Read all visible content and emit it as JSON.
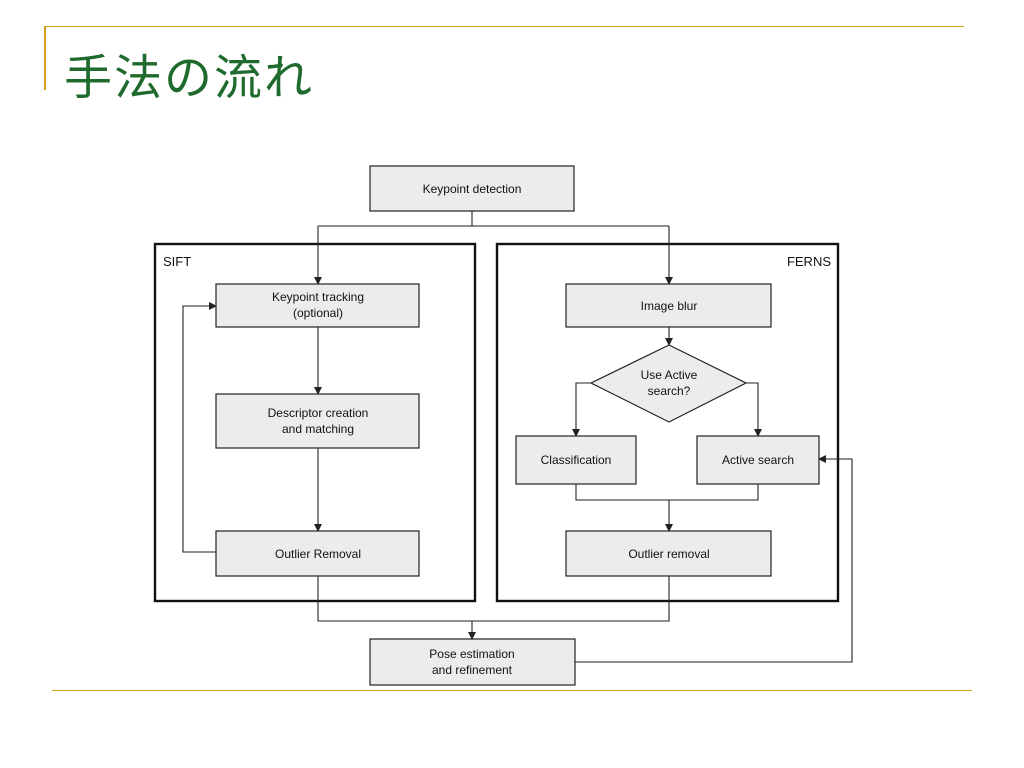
{
  "slide": {
    "title": "手法の流れ"
  },
  "diagram": {
    "groups": {
      "sift": "SIFT",
      "ferns": "FERNS"
    },
    "nodes": {
      "keypoint_detection": [
        "Keypoint detection"
      ],
      "keypoint_tracking": [
        "Keypoint tracking",
        "(optional)"
      ],
      "descriptor_creation": [
        "Descriptor creation",
        "and matching"
      ],
      "sift_outlier_removal": [
        "Outlier Removal"
      ],
      "image_blur": [
        "Image blur"
      ],
      "use_active_search": [
        "Use Active",
        "search?"
      ],
      "classification": [
        "Classification"
      ],
      "active_search": [
        "Active search"
      ],
      "ferns_outlier_removal": [
        "Outlier removal"
      ],
      "pose_estimation": [
        "Pose estimation",
        "and refinement"
      ]
    },
    "colors": {
      "node_fill": "#ececec",
      "title_green": "#1f6b2e",
      "rule_gold": "#d4a017"
    }
  }
}
